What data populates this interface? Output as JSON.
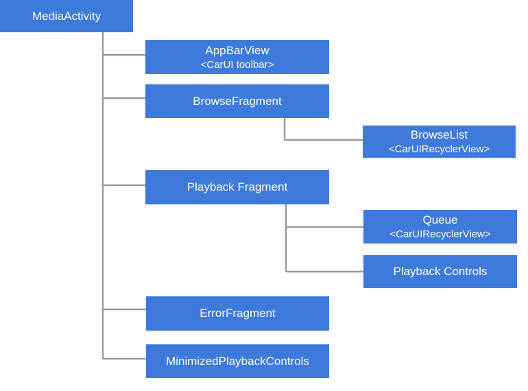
{
  "nodes": {
    "media_activity": {
      "label": "MediaActivity"
    },
    "app_bar_view": {
      "label": "AppBarView",
      "sublabel": "<CarUI toolbar>"
    },
    "browse_fragment": {
      "label": "BrowseFragment"
    },
    "browse_list": {
      "label": "BrowseList",
      "sublabel": "<CarUIRecyclerView>"
    },
    "playback_fragment": {
      "label": "Playback Fragment"
    },
    "queue": {
      "label": "Queue",
      "sublabel": "<CarUIRecyclerView>"
    },
    "playback_controls": {
      "label": "Playback Controls"
    },
    "error_fragment": {
      "label": "ErrorFragment"
    },
    "minimized_playback_controls": {
      "label": "MinimizedPlaybackControls"
    }
  },
  "colors": {
    "node_fill": "#3e7adb",
    "node_text": "#ffffff",
    "connector": "#999999",
    "background": "#ffffff"
  }
}
